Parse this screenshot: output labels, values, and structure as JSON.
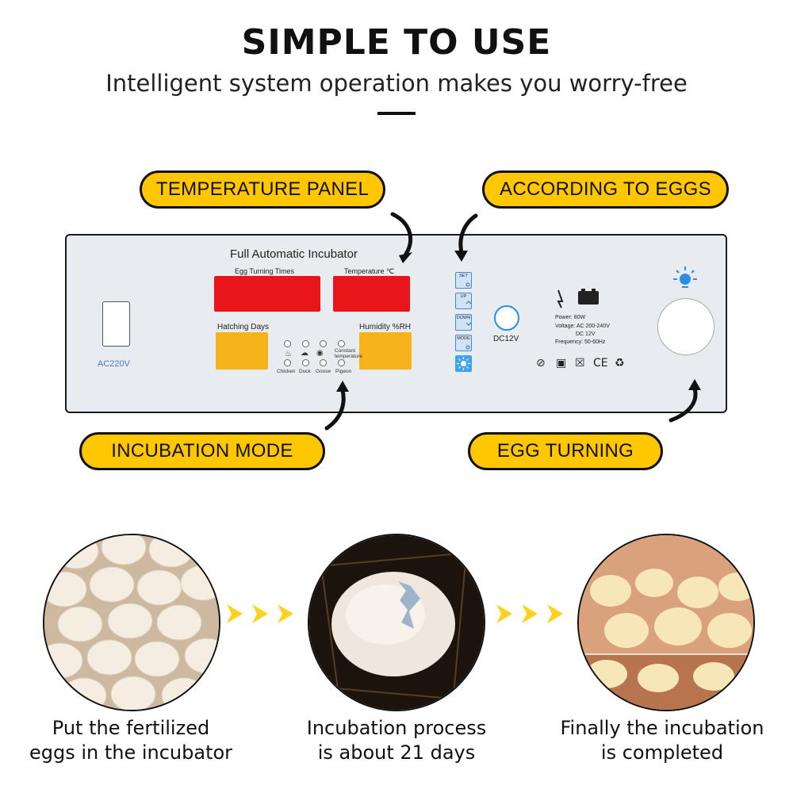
{
  "header": {
    "title": "SIMPLE TO USE",
    "subtitle": "Intelligent system operation makes you worry-free"
  },
  "callouts": {
    "temperature_panel": "TEMPERATURE PANEL",
    "according_to_eggs": "ACCORDING TO EGGS",
    "incubation_mode": "INCUBATION MODE",
    "egg_turning": "EGG TURNING"
  },
  "panel": {
    "title": "Full Automatic Incubator",
    "egg_turning_times": "Egg Turning Times",
    "temperature": "Temperature ℃",
    "hatching_days": "Hatching Days",
    "humidity": "Humidity %RH",
    "power_label": "AC220V",
    "modes": [
      "Chicken",
      "Duck",
      "Goose",
      "Pigeon",
      "Constant temperature"
    ],
    "buttons": [
      "SET",
      "UP",
      "DOWN",
      "MODE"
    ],
    "dc_label": "DC12V",
    "spec_power": "Power: 80W",
    "spec_voltage": "Voltage: AC 200-240V",
    "spec_dc": "DC 12V",
    "spec_frequency": "Frequency: 50-60Hz"
  },
  "steps": [
    {
      "caption_line1": "Put the fertilized",
      "caption_line2": "eggs in the incubator"
    },
    {
      "caption_line1": "Incubation process",
      "caption_line2": "is about 21 days"
    },
    {
      "caption_line1": "Finally the incubation",
      "caption_line2": "is completed"
    }
  ],
  "colors": {
    "callout_fill": "#ffc700",
    "led_red": "#e8161b",
    "led_yellow": "#f7b31a",
    "accent_blue": "#2c8ee0",
    "chevron": "#ffd21f"
  }
}
